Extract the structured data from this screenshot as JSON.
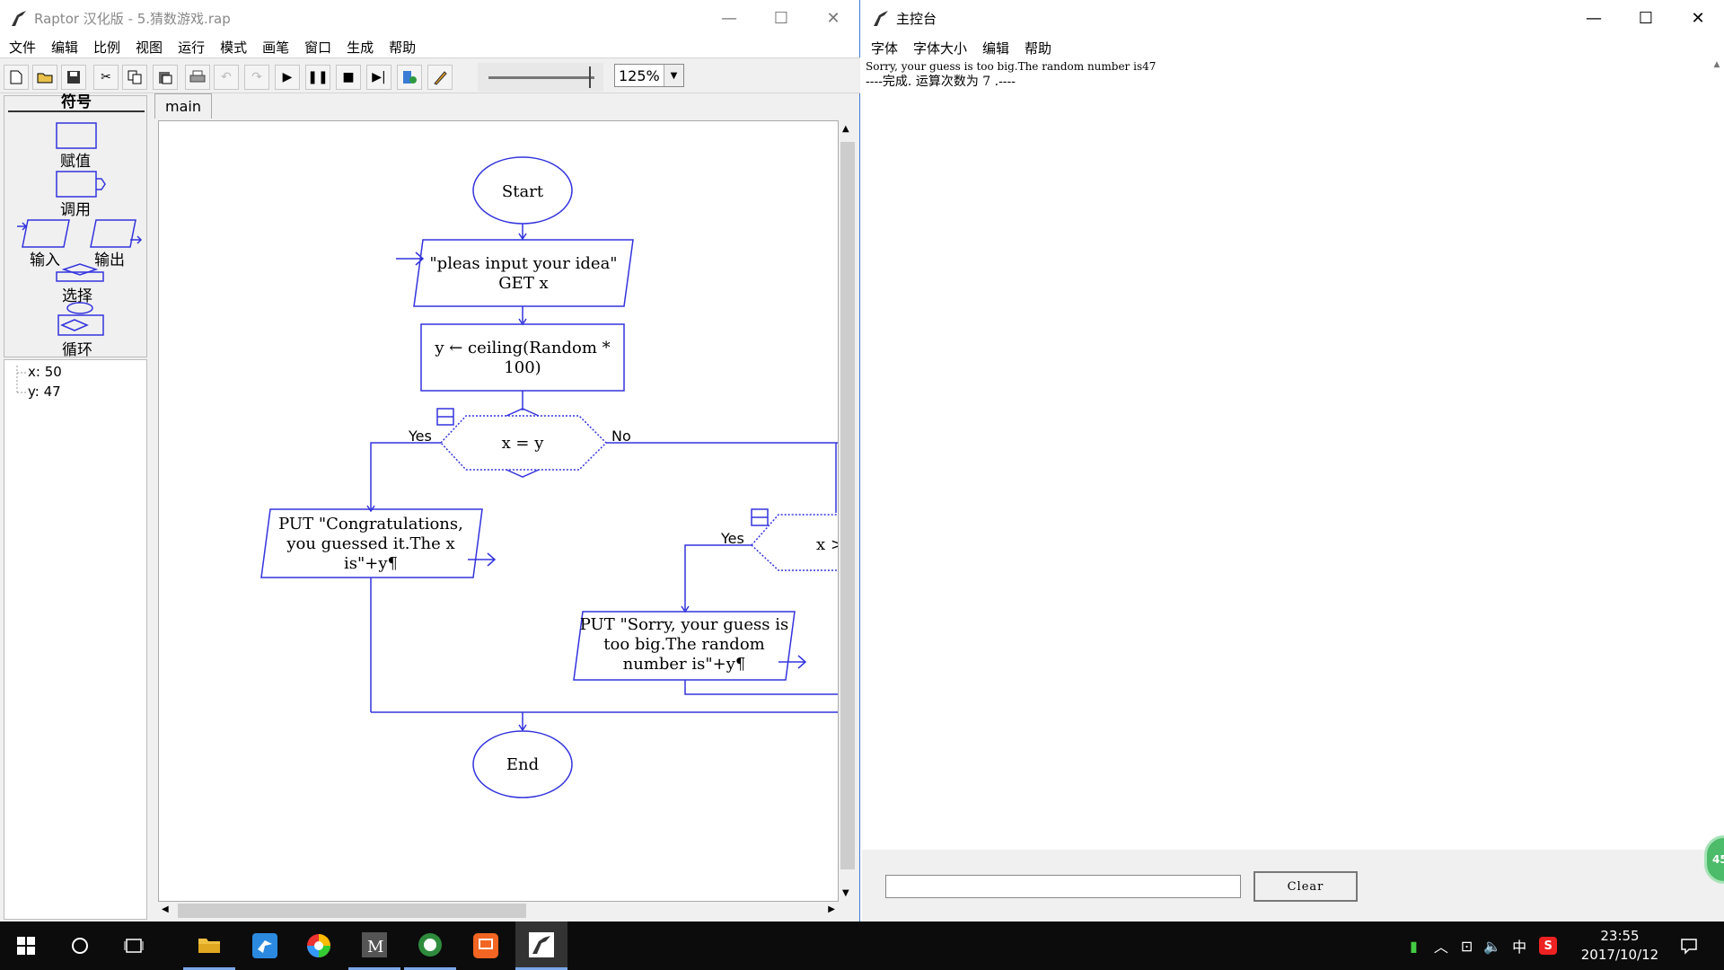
{
  "raptor": {
    "title": "Raptor 汉化版 - 5.猜数游戏.rap",
    "window_buttons": [
      "—",
      "☐",
      "✕"
    ],
    "menu": [
      "文件",
      "编辑",
      "比例",
      "视图",
      "运行",
      "模式",
      "画笔",
      "窗口",
      "生成",
      "帮助"
    ],
    "toolbar": {
      "buttons": [
        "new",
        "open",
        "save",
        "cut",
        "copy",
        "paste",
        "print",
        "undo",
        "redo",
        "run",
        "pause",
        "stop",
        "step",
        "test",
        "pen"
      ],
      "zoom": "125%"
    },
    "palette": {
      "title": "符号",
      "items": [
        "赋值",
        "调用",
        "输入",
        "输出",
        "选择",
        "循环"
      ]
    },
    "variables": [
      "x: 50",
      "y: 47"
    ],
    "tab": "main",
    "flowchart": {
      "start": "Start",
      "input_line1": "\"pleas input your idea\"",
      "input_line2": "GET x",
      "assign_line1": "y ← ceiling(Random *",
      "assign_line2": "100)",
      "decision1": "x = y",
      "yes1": "Yes",
      "no1": "No",
      "out1_line1": "PUT \"Congratulations,",
      "out1_line2": "you guessed it.The x",
      "out1_line3": "is\"+y¶",
      "decision2": "x >",
      "yes2": "Yes",
      "out2_line1": "PUT \"Sorry, your guess is",
      "out2_line2": "too big.The random",
      "out2_line3": "number is\"+y¶",
      "end": "End"
    }
  },
  "console": {
    "title": "主控台",
    "window_buttons": [
      "—",
      "☐",
      "✕"
    ],
    "menu": [
      "字体",
      "字体大小",
      "编辑",
      "帮助"
    ],
    "output_lines": [
      "Sorry, your guess is too big.The random number is47",
      "----完成. 运算次数为  7 .----"
    ],
    "clear_label": "Clear",
    "badge": "45"
  },
  "taskbar": {
    "time": "23:55",
    "date": "2017/10/12",
    "ime": "中"
  },
  "colors": {
    "flow": "#3333dd",
    "accent": "#3a7bd5",
    "taskbar": "#0c0c0c"
  }
}
